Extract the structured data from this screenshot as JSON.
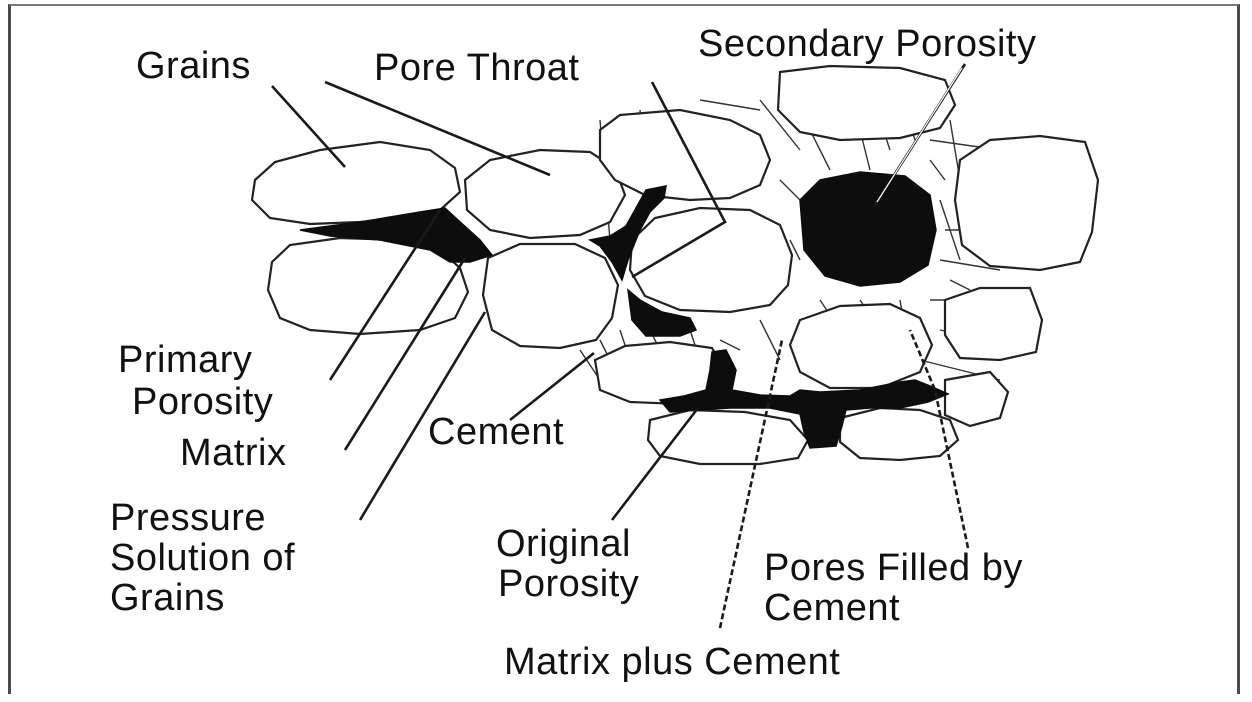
{
  "labels": {
    "grains": "Grains",
    "pore_throat": "Pore Throat",
    "secondary_porosity": "Secondary Porosity",
    "primary_porosity_1": "Primary",
    "primary_porosity_2": "Porosity",
    "matrix": "Matrix",
    "cement": "Cement",
    "pressure_solution_1": "Pressure",
    "pressure_solution_2": "Solution of",
    "pressure_solution_3": "Grains",
    "original_porosity_1": "Original",
    "original_porosity_2": "Porosity",
    "pores_filled_1": "Pores Filled by",
    "pores_filled_2": "Cement",
    "matrix_plus_cement": "Matrix plus Cement"
  },
  "colors": {
    "pore_fill": "#0d0d0d",
    "grain_fill": "#ffffff",
    "outline": "#222222"
  }
}
